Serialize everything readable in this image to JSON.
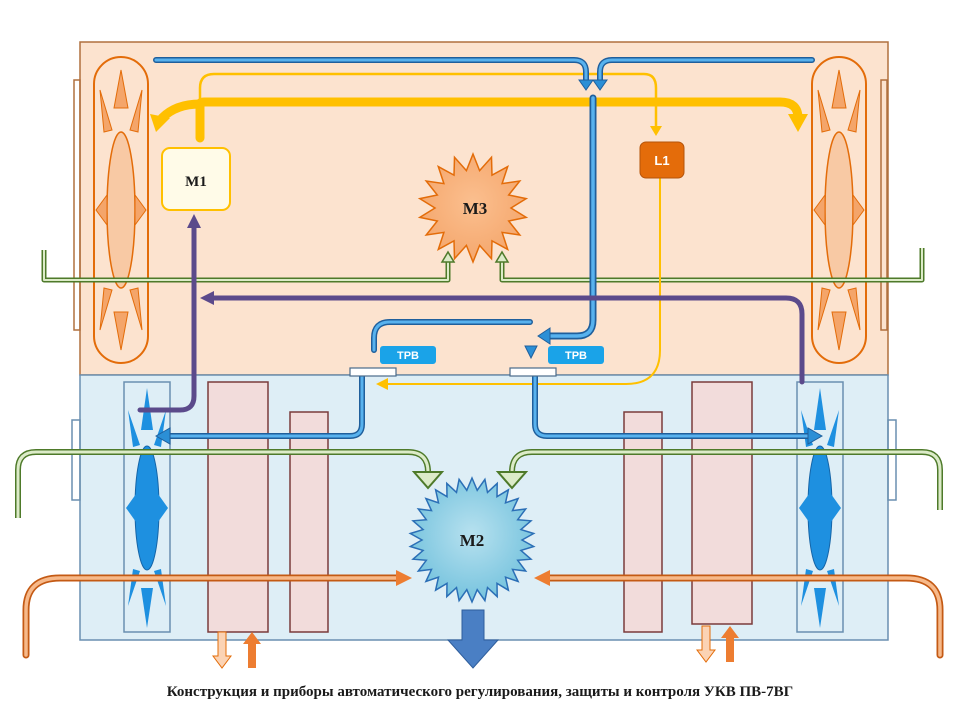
{
  "labels": {
    "m1": "М1",
    "m2": "М2",
    "m3": "М3",
    "l1": "L1",
    "trv_left": "ТРВ",
    "trv_right": "ТРВ"
  },
  "caption": "Конструкция и приборы автоматического регулирования, защиты и контроля УКВ ПВ-7ВГ",
  "colors": {
    "upper_block": "#fce3cf",
    "lower_block": "#deeef6",
    "refrigerant_line": "#2b8fd6",
    "liquid_line": "#ffc000",
    "outside_air_line": "#7aab47",
    "control_line": "#5b4a8b",
    "heated_air_line": "#ed7d31",
    "l1_badge": "#e46c0a",
    "trv_badge": "#1aa3e8",
    "heater": "#f2dcdb"
  }
}
